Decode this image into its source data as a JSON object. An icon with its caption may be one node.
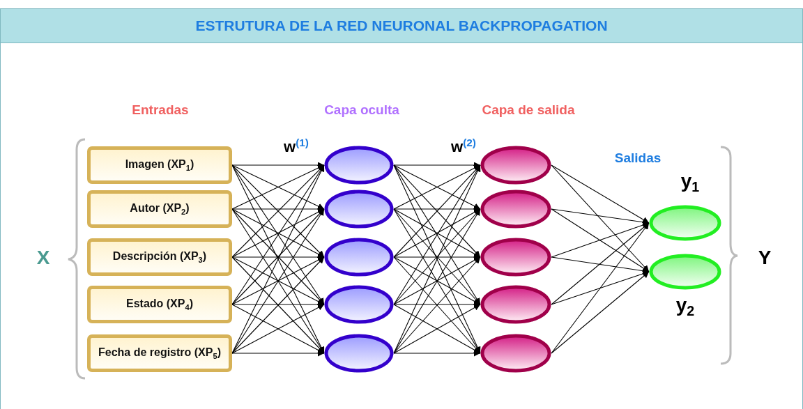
{
  "diagram": {
    "title": "ESTRUTURA DE LA RED NEURONAL BACKPROPAGATION",
    "nodes": [
      {
        "text": [
          "Imagen (XP$_{1}$)"
        ]
      },
      {
        "text": [
          "Autor (XP$_{2}$)"
        ]
      },
      {
        "text": [
          "Descripción (XP$_{3}$)"
        ]
      },
      {
        "text": [
          "Estado (XP$_{4}$)"
        ]
      },
      {
        "text": [
          "Fecha de registro (XP$_{5}$)"
        ]
      },
      {
        "text": [],
        "shape": "circle"
      },
      {
        "text": [],
        "shape": "circle"
      },
      {
        "text": [],
        "shape": "circle"
      },
      {
        "text": [],
        "shape": "circle"
      },
      {
        "text": [],
        "shape": "circle"
      },
      {
        "text": [],
        "shape": "circle"
      },
      {
        "text": [],
        "shape": "circle"
      },
      {
        "text": [],
        "shape": "circle"
      },
      {
        "text": [],
        "shape": "circle"
      },
      {
        "text": [],
        "shape": "circle"
      },
      {
        "text": [],
        "shape": "circle",
        "beside": [
          "y$_{1}$"
        ]
      },
      {
        "text": [],
        "shape": "circle",
        "beside": [
          "y$_{2}$"
        ]
      }
    ],
    "edges": [
      {
        "from": 0,
        "to": 5,
        "arrow": "to"
      },
      {
        "from": 0,
        "to": 6,
        "arrow": "to"
      },
      {
        "from": 0,
        "to": 7,
        "arrow": "to"
      },
      {
        "from": 0,
        "to": 8,
        "arrow": "to"
      },
      {
        "from": 0,
        "to": 9,
        "arrow": "to"
      },
      {
        "from": 1,
        "to": 5,
        "arrow": "to"
      },
      {
        "from": 1,
        "to": 6,
        "arrow": "to"
      },
      {
        "from": 1,
        "to": 7,
        "arrow": "to"
      },
      {
        "from": 1,
        "to": 8,
        "arrow": "to"
      },
      {
        "from": 1,
        "to": 9,
        "arrow": "to"
      },
      {
        "from": 2,
        "to": 5,
        "arrow": "to"
      },
      {
        "from": 2,
        "to": 6,
        "arrow": "to"
      },
      {
        "from": 2,
        "to": 7,
        "arrow": "to"
      },
      {
        "from": 2,
        "to": 8,
        "arrow": "to"
      },
      {
        "from": 2,
        "to": 9,
        "arrow": "to"
      },
      {
        "from": 3,
        "to": 5,
        "arrow": "to"
      },
      {
        "from": 3,
        "to": 6,
        "arrow": "to"
      },
      {
        "from": 3,
        "to": 7,
        "arrow": "to"
      },
      {
        "from": 3,
        "to": 8,
        "arrow": "to"
      },
      {
        "from": 3,
        "to": 9,
        "arrow": "to"
      },
      {
        "from": 4,
        "to": 5,
        "arrow": "to"
      },
      {
        "from": 4,
        "to": 6,
        "arrow": "to"
      },
      {
        "from": 4,
        "to": 7,
        "arrow": "to"
      },
      {
        "from": 4,
        "to": 8,
        "arrow": "to"
      },
      {
        "from": 4,
        "to": 9,
        "arrow": "to"
      },
      {
        "from": 5,
        "to": 10,
        "arrow": "to"
      },
      {
        "from": 5,
        "to": 11,
        "arrow": "to"
      },
      {
        "from": 5,
        "to": 12,
        "arrow": "to"
      },
      {
        "from": 5,
        "to": 13,
        "arrow": "to"
      },
      {
        "from": 5,
        "to": 14,
        "arrow": "to"
      },
      {
        "from": 6,
        "to": 10,
        "arrow": "to"
      },
      {
        "from": 6,
        "to": 11,
        "arrow": "to"
      },
      {
        "from": 6,
        "to": 12,
        "arrow": "to"
      },
      {
        "from": 6,
        "to": 13,
        "arrow": "to"
      },
      {
        "from": 6,
        "to": 14,
        "arrow": "to"
      },
      {
        "from": 7,
        "to": 10,
        "arrow": "to"
      },
      {
        "from": 7,
        "to": 11,
        "arrow": "to"
      },
      {
        "from": 7,
        "to": 12,
        "arrow": "to"
      },
      {
        "from": 7,
        "to": 13,
        "arrow": "to"
      },
      {
        "from": 7,
        "to": 14,
        "arrow": "to"
      },
      {
        "from": 8,
        "to": 10,
        "arrow": "to"
      },
      {
        "from": 8,
        "to": 11,
        "arrow": "to"
      },
      {
        "from": 8,
        "to": 12,
        "arrow": "to"
      },
      {
        "from": 8,
        "to": 13,
        "arrow": "to"
      },
      {
        "from": 8,
        "to": 14,
        "arrow": "to"
      },
      {
        "from": 9,
        "to": 10,
        "arrow": "to"
      },
      {
        "from": 9,
        "to": 11,
        "arrow": "to"
      },
      {
        "from": 9,
        "to": 12,
        "arrow": "to"
      },
      {
        "from": 9,
        "to": 13,
        "arrow": "to"
      },
      {
        "from": 9,
        "to": 14,
        "arrow": "to"
      },
      {
        "from": 10,
        "to": 15,
        "arrow": "to"
      },
      {
        "from": 10,
        "to": 16,
        "arrow": "to"
      },
      {
        "from": 11,
        "to": 15,
        "arrow": "to"
      },
      {
        "from": 11,
        "to": 16,
        "arrow": "to"
      },
      {
        "from": 12,
        "to": 15,
        "arrow": "to"
      },
      {
        "from": 12,
        "to": 16,
        "arrow": "to"
      },
      {
        "from": 13,
        "to": 15,
        "arrow": "to"
      },
      {
        "from": 13,
        "to": 16,
        "arrow": "to"
      },
      {
        "from": 14,
        "to": 15,
        "arrow": "to"
      },
      {
        "from": 14,
        "to": 16,
        "arrow": "to"
      }
    ],
    "labels": [
      "Entradas",
      "Capa oculta",
      "Capa de salida",
      "w$^{(1)}$",
      "w$^{(2)}$",
      "Salidas",
      "X",
      "Y"
    ]
  }
}
